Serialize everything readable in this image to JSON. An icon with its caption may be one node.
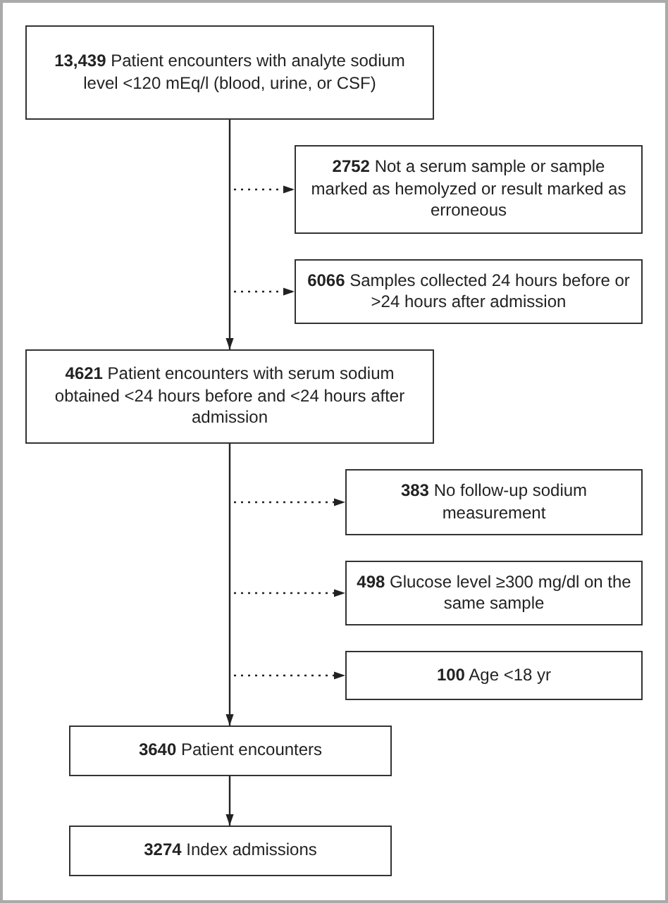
{
  "diagram": {
    "nodes": [
      {
        "text": [
          "**13,439** Patient encounters with analyte sodium level <120 mEq/l (blood, urine, or CSF)"
        ]
      },
      {
        "text": [
          "**2752** Not a serum sample or sample marked as hemolyzed or result marked as erroneous"
        ]
      },
      {
        "text": [
          "**6066** Samples collected 24 hours before or >24 hours after admission"
        ]
      },
      {
        "text": [
          "**4621** Patient encounters with serum sodium obtained <24 hours before and <24 hours after admission"
        ]
      },
      {
        "text": [
          "**383** No follow-up sodium measurement"
        ]
      },
      {
        "text": [
          "**498** Glucose level ≥300 mg/dl on the same sample"
        ]
      },
      {
        "text": [
          "**100** Age <18 yr"
        ]
      },
      {
        "text": [
          "**3640** Patient encounters"
        ]
      },
      {
        "text": [
          "**3274** Index admissions"
        ]
      }
    ],
    "edges": [
      {
        "from": 0,
        "to": 3,
        "arrow": "to"
      },
      {
        "from": null,
        "to": 1,
        "arrow": "to",
        "style": "dashed"
      },
      {
        "from": null,
        "to": 2,
        "arrow": "to",
        "style": "dashed"
      },
      {
        "from": 3,
        "to": 7,
        "arrow": "to"
      },
      {
        "from": null,
        "to": 4,
        "arrow": "to",
        "style": "dashed"
      },
      {
        "from": null,
        "to": 5,
        "arrow": "to",
        "style": "dashed"
      },
      {
        "from": null,
        "to": 6,
        "arrow": "to",
        "style": "dashed"
      },
      {
        "from": 7,
        "to": 8,
        "arrow": "to"
      }
    ]
  }
}
